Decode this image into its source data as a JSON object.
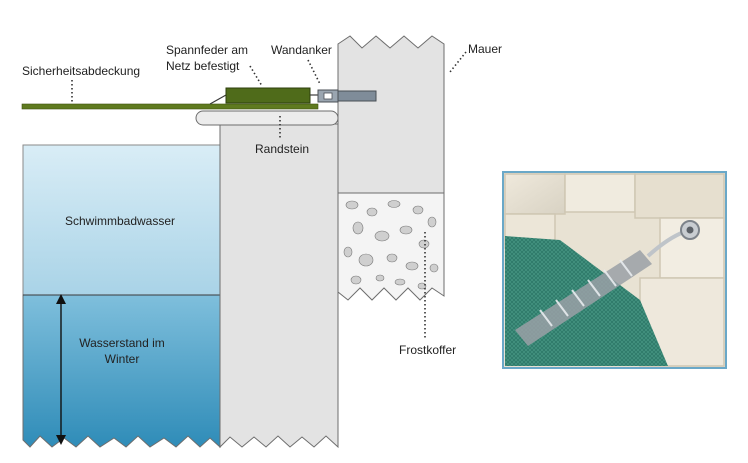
{
  "labels": {
    "safety_cover": "Sicherheitsabdeckung",
    "spring_line1": "Spannfeder am",
    "spring_line2": "Netz befestigt",
    "wall_anchor": "Wandanker",
    "wall": "Mauer",
    "curb": "Randstein",
    "pool_water": "Schwimmbadwasser",
    "winter_level_line1": "Wasserstand im",
    "winter_level_line2": "Winter",
    "frost_bed": "Frostkoffer"
  },
  "colors": {
    "cover_green": "#5f7a1f",
    "spring_green": "#4f6b1a",
    "water_light": "#cfe6f1",
    "water_dark": "#3f97bf",
    "concrete": "#e4e4e4",
    "outline": "#555555",
    "anchor_gray": "#7f8c99",
    "leader_dots": "#333333"
  },
  "photo": {
    "description_icon": "photo-cover-spring-anchor"
  }
}
